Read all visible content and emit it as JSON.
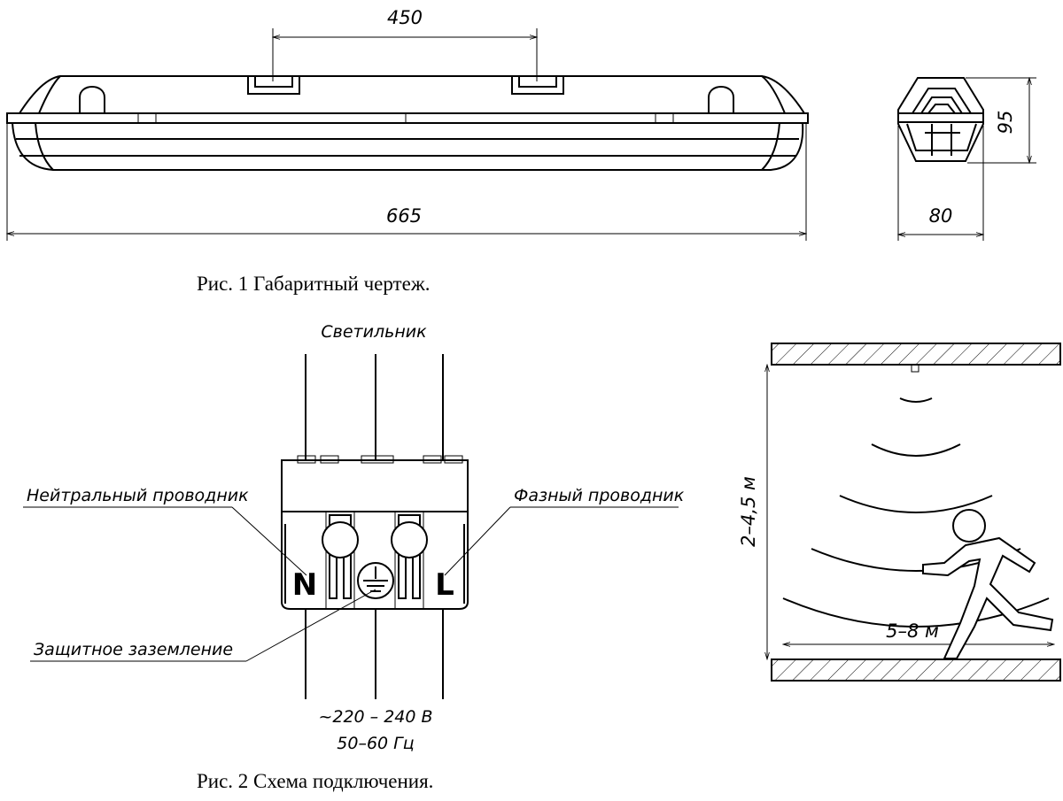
{
  "fig1": {
    "dim_width": "450",
    "dim_length": "665",
    "dim_height": "95",
    "dim_depth": "80",
    "caption": "Рис. 1  Габаритный чертеж."
  },
  "fig2": {
    "luminaire_label": "Светильник",
    "neutral_label": "Нейтральный проводник",
    "phase_label": "Фазный проводник",
    "ground_label": "Защитное заземление",
    "terminal_n": "N",
    "terminal_l": "L",
    "voltage": "~220 – 240 В",
    "frequency": "50–60 Гц",
    "caption": "Рис. 2  Схема подключения."
  },
  "sensor": {
    "height_range": "2–4,5 м",
    "distance_range": "5–8 м"
  }
}
